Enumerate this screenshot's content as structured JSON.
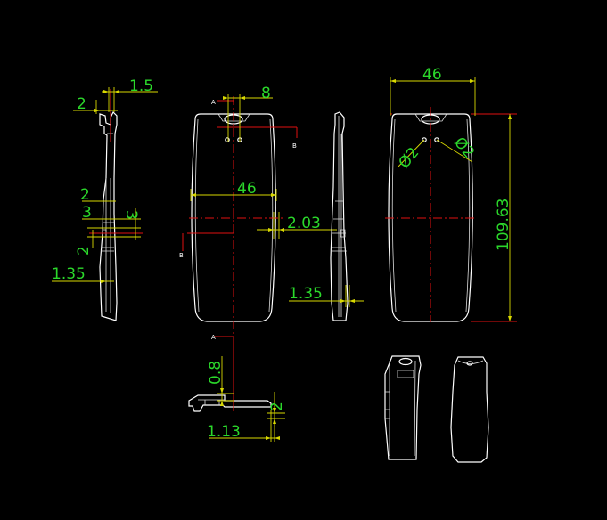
{
  "drawing": {
    "colors": {
      "background": "#000000",
      "outline": "#ffffff",
      "centerline": "#e01010",
      "dimension_line": "#d8d800",
      "dimension_text": "#2bd82b"
    },
    "dimensions": {
      "d_1_5": "1.5",
      "d_2_top": "2",
      "d_8": "8",
      "d_46_front": "46",
      "d_2_mid": "2",
      "d_3_left": "3",
      "d_3_right": "3",
      "d_2_lower": "2",
      "d_1_35_left": "1.35",
      "d_2_03": "2.03",
      "d_1_35_right": "1.35",
      "d_46_back": "46",
      "d_109_63": "109.63",
      "d_phi2_a": "Ø2",
      "d_phi2_b": "Ø2",
      "d_0_8": "0.8",
      "d_2_section": "2",
      "d_1_13": "1.13"
    },
    "section_marks": {
      "a_top": "A",
      "b_right": "B",
      "b_left": "B",
      "a_bottom": "A"
    }
  }
}
